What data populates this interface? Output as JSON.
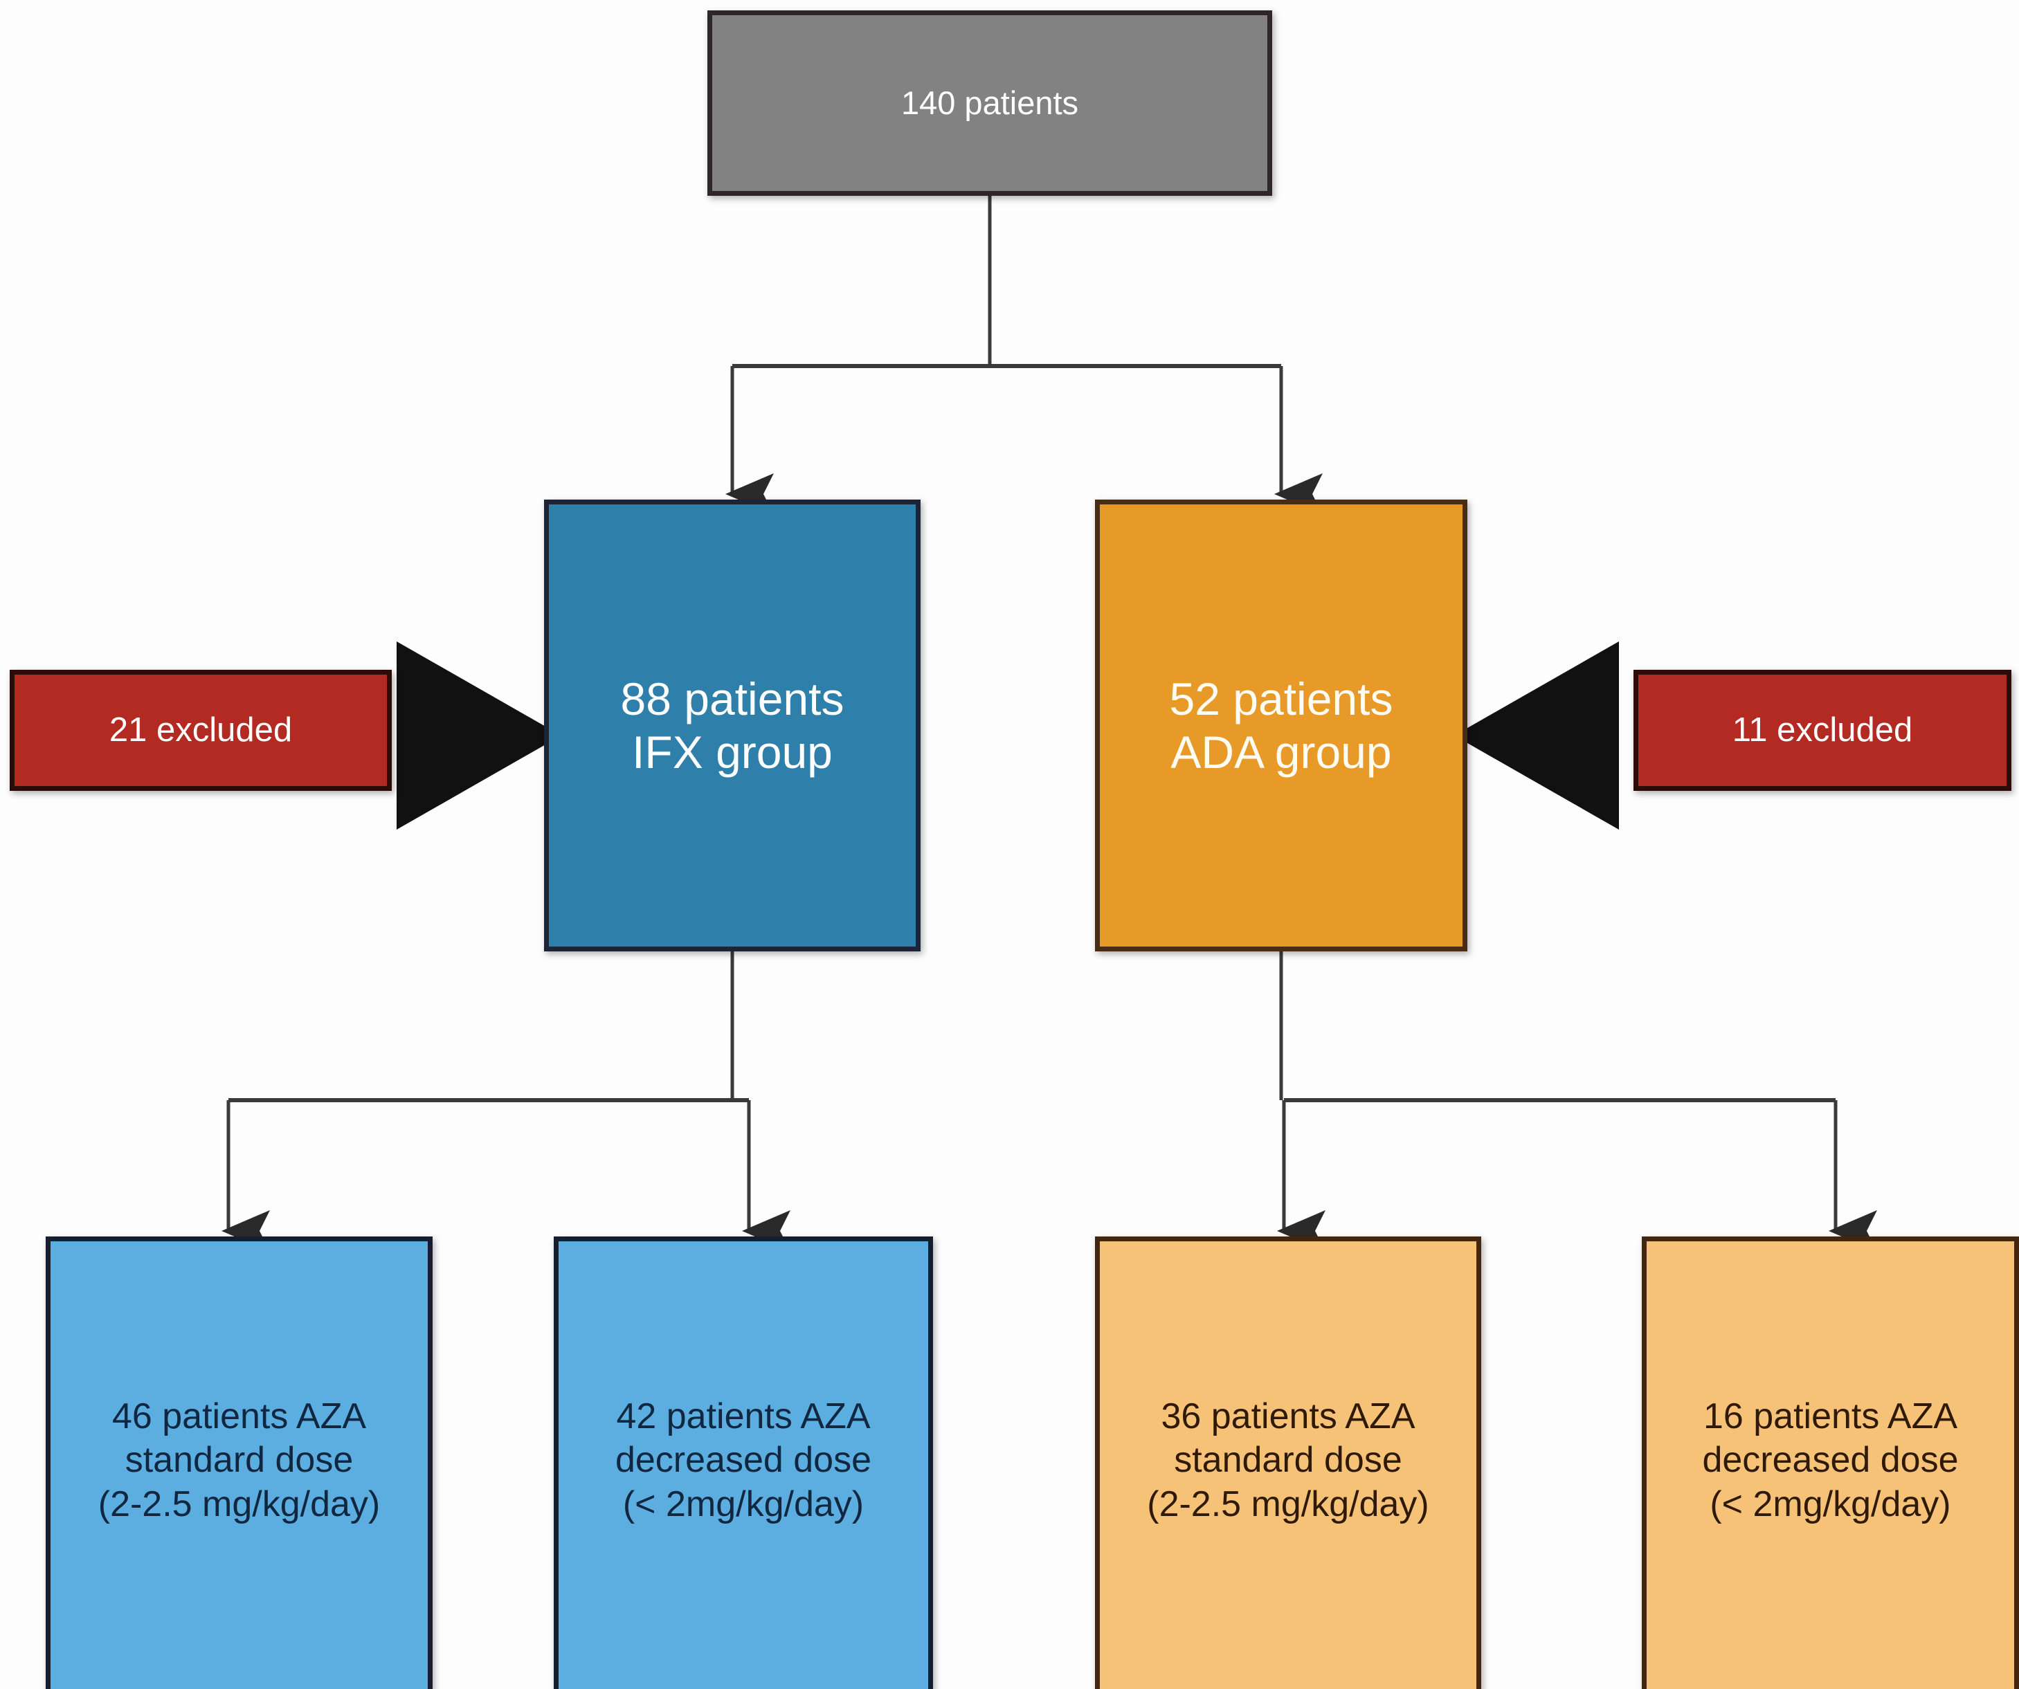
{
  "diagram": {
    "type": "patient-flow-chart",
    "title": "Patient allocation flow diagram",
    "colors": {
      "root_fill": "#828282",
      "ifx_fill": "#2f7fab",
      "ada_fill": "#e89a28",
      "excluded_fill": "#b22a22",
      "leaf_blue_fill": "#5cade0",
      "leaf_orange_fill": "#f6c278",
      "border": "#2b1f20",
      "connector": "#3a3a3a"
    }
  },
  "nodes": {
    "root": {
      "label": "140 patients",
      "count": 140
    },
    "ifx": {
      "label": "88 patients\nIFX group",
      "count": 88,
      "group": "IFX"
    },
    "ada": {
      "label": "52 patients\nADA group",
      "count": 52,
      "group": "ADA"
    },
    "excluded_left": {
      "label": "21 excluded",
      "count": 21
    },
    "excluded_right": {
      "label": "11 excluded",
      "count": 11
    },
    "ifx_standard": {
      "label": "46 patients AZA\nstandard dose\n(2-2.5 mg/kg/day)",
      "count": 46,
      "drug": "AZA",
      "dose": "standard dose",
      "dose_range": "(2-2.5 mg/kg/day)"
    },
    "ifx_decreased": {
      "label": "42 patients AZA\ndecreased dose\n(< 2mg/kg/day)",
      "count": 42,
      "drug": "AZA",
      "dose": "decreased dose",
      "dose_range": "(< 2mg/kg/day)"
    },
    "ada_standard": {
      "label": "36 patients AZA\nstandard dose\n(2-2.5 mg/kg/day)",
      "count": 36,
      "drug": "AZA",
      "dose": "standard dose",
      "dose_range": "(2-2.5 mg/kg/day)"
    },
    "ada_decreased": {
      "label": "16 patients AZA\ndecreased dose\n(< 2mg/kg/day)",
      "count": 16,
      "drug": "AZA",
      "dose": "decreased dose",
      "dose_range": "(< 2mg/kg/day)"
    }
  },
  "edges": [
    {
      "from": "root",
      "to": "ifx",
      "style": "elbow-down-arrow"
    },
    {
      "from": "root",
      "to": "ada",
      "style": "elbow-down-arrow"
    },
    {
      "from": "ifx",
      "to": "excluded_left",
      "style": "straight-left-arrow"
    },
    {
      "from": "ada",
      "to": "excluded_right",
      "style": "straight-right-arrow"
    },
    {
      "from": "ifx",
      "to": "ifx_standard",
      "style": "elbow-down-arrow"
    },
    {
      "from": "ifx",
      "to": "ifx_decreased",
      "style": "elbow-down-arrow"
    },
    {
      "from": "ada",
      "to": "ada_standard",
      "style": "elbow-down-arrow"
    },
    {
      "from": "ada",
      "to": "ada_decreased",
      "style": "elbow-down-arrow"
    }
  ]
}
